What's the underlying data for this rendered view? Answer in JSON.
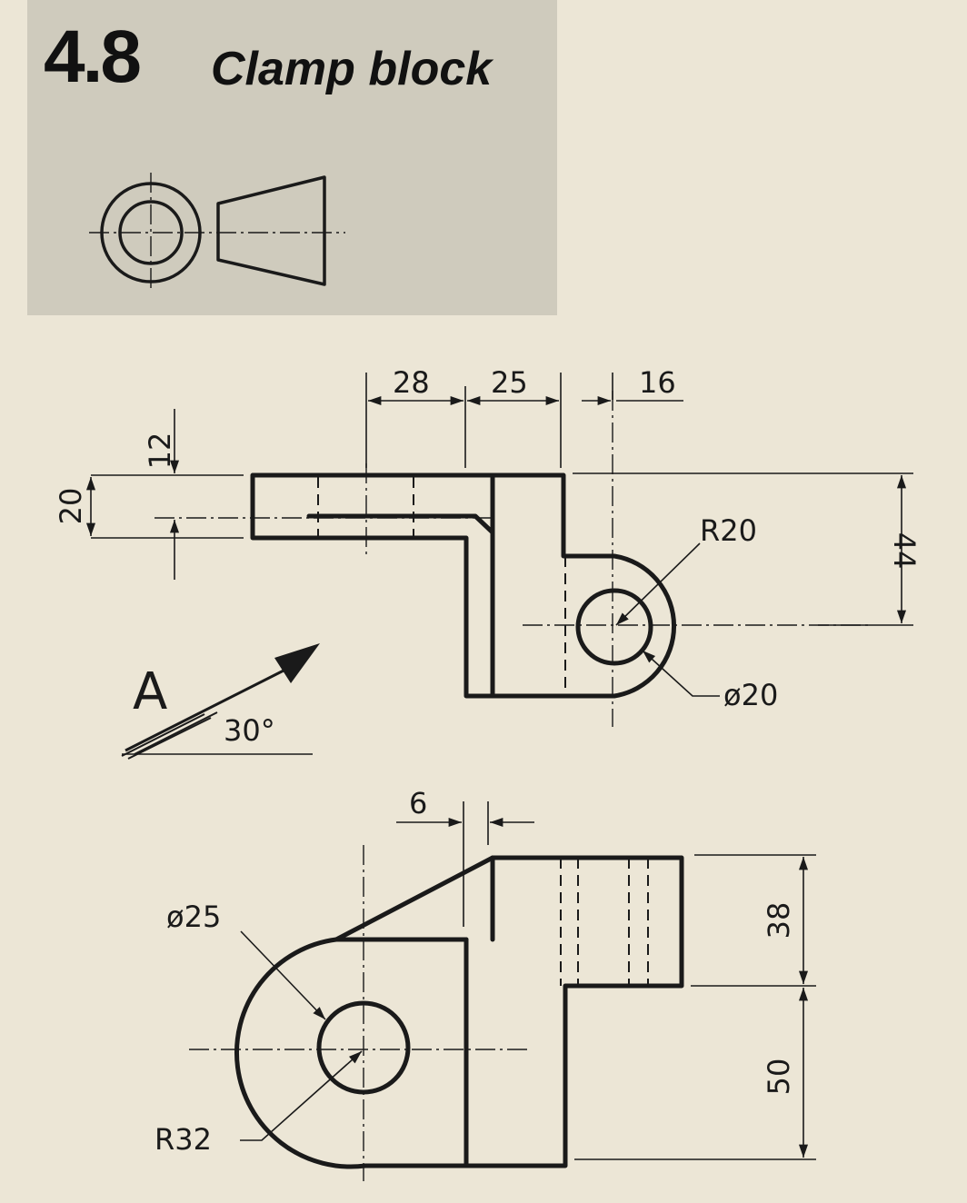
{
  "header": {
    "exercise_number": "4.8",
    "title": "Clamp block"
  },
  "front_view": {
    "dims": {
      "d28": "28",
      "d25": "25",
      "d16": "16",
      "d12": "12",
      "d20": "20",
      "d44": "44",
      "r20": "R20",
      "dia20": "ø20"
    },
    "view_arrow": {
      "label": "A",
      "angle": "30°"
    }
  },
  "plan_view": {
    "dims": {
      "d6": "6",
      "dia25": "ø25",
      "r32": "R32",
      "d38": "38",
      "d50": "50"
    }
  },
  "colors": {
    "paper": "#ece6d6",
    "header_panel": "#cfcbbd",
    "ink": "#1a1a1a"
  }
}
